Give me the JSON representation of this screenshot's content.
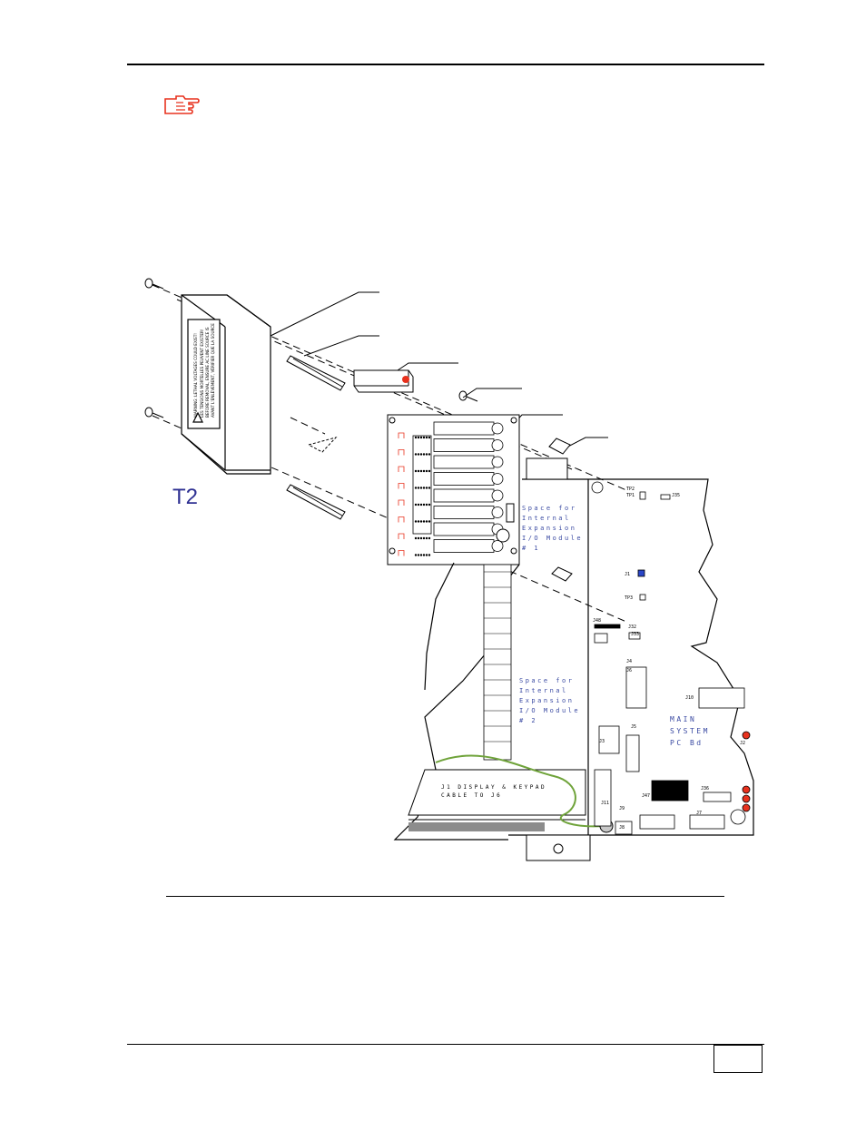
{
  "diagram": {
    "corner_label": "T2",
    "warning_label": [
      "WARNING: LETHAL VOLTAGES COULD EXIST!",
      "LES TENSIONS MORTELLES PEUVENT EXISTER!",
      "BEFORE REMOVAL, ENSURE AC LINE SOURCE IS",
      "AVANT L'ENLÈVEMENT, VÉRIFIER QUE LA SOURCE"
    ],
    "expansion_1": [
      "Space for",
      "Internal",
      "Expansion",
      "I/O Module",
      "# 1"
    ],
    "expansion_2": [
      "Space for",
      "Internal",
      "Expansion",
      "I/O Module",
      "# 2"
    ],
    "main_board": [
      "MAIN",
      "SYSTEM",
      "PC Bd"
    ],
    "cable_note": [
      "J1 DISPLAY & KEYPAD",
      "CABLE TO J6"
    ],
    "connectors": [
      "J8",
      "J7",
      "J9",
      "J11",
      "J4",
      "J5",
      "J3",
      "J10",
      "J2",
      "J36",
      "J33",
      "J47",
      "J48",
      "J32",
      "J35",
      "J6"
    ],
    "test_points": [
      "TP1",
      "TP2",
      "TP3",
      "J1"
    ]
  },
  "colors": {
    "line": "#000000",
    "accent_red": "#e8321e",
    "t2_blue": "#2e3092",
    "board_text_blue": "#3b4ba3",
    "ground_wire": "#6fa33a",
    "jumper_blue": "#2a46c8"
  }
}
